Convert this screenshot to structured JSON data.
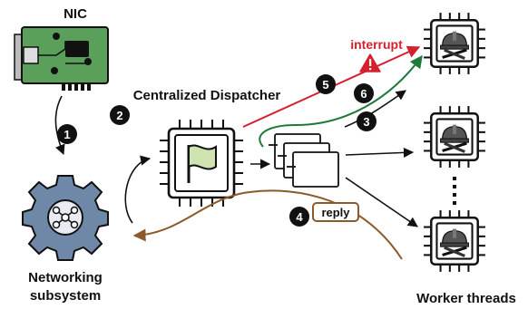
{
  "labels": {
    "nic": "NIC",
    "dispatcher": "Centralized Dispatcher",
    "networking_line1": "Networking",
    "networking_line2": "subsystem",
    "workers": "Worker threads",
    "interrupt": "interrupt",
    "reply": "reply"
  },
  "steps": [
    "1",
    "2",
    "3",
    "4",
    "5",
    "6"
  ],
  "colors": {
    "interrupt": "#d6202e",
    "green_path": "#1f7a3a",
    "reply_path": "#8b5a2b",
    "nic_board": "#5aa05a",
    "gear": "#6f88a8",
    "flag": "#cfe3b0",
    "ink": "#111111"
  },
  "icons": {
    "warning": "warning-icon",
    "hardhat": "hardhat-tools-icon"
  }
}
